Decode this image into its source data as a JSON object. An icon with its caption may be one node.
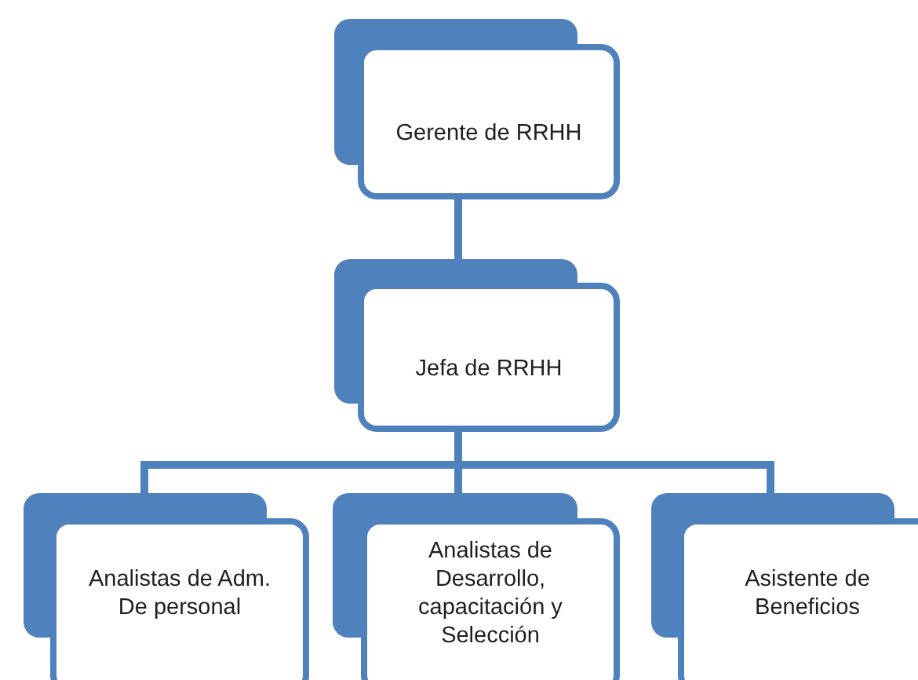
{
  "diagram": {
    "nodes": [
      {
        "text": [
          "Gerente de RRHH"
        ]
      },
      {
        "text": [
          "Jefa de RRHH"
        ]
      },
      {
        "text": [
          "Analistas de Adm. De personal"
        ]
      },
      {
        "text": [
          "Analistas de Desarrollo, capacitación y Selección"
        ]
      },
      {
        "text": [
          "Asistente de Beneficios"
        ]
      }
    ],
    "edges": [
      {
        "from": 0,
        "to": 1,
        "arrow": "none"
      },
      {
        "from": 1,
        "to": 2,
        "arrow": "none"
      },
      {
        "from": 1,
        "to": 3,
        "arrow": "none"
      },
      {
        "from": 1,
        "to": 4,
        "arrow": "none"
      }
    ]
  }
}
